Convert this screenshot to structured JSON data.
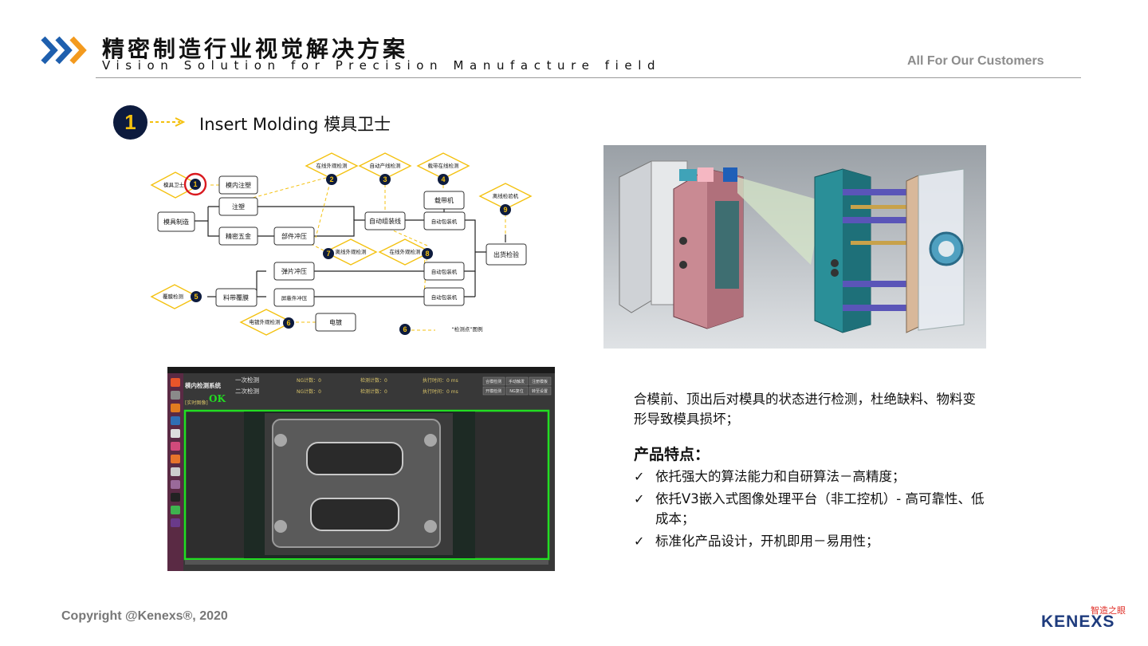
{
  "header": {
    "title_cn": "精密制造行业视觉解决方案",
    "title_en": "Vision Solution for Precision Manufacture field",
    "tagline": "All For Our Customers"
  },
  "section": {
    "number": "1",
    "title": "Insert Molding 模具卫士"
  },
  "flow": {
    "boxes": [
      "模具制造",
      "模内注塑",
      "注塑",
      "精密五金",
      "部件冲压",
      "自动组装线",
      "载带机",
      "自动包装机",
      "弹片冲压",
      "自动包装机",
      "料带覆膜",
      "屏蔽件冲压",
      "自动包装机",
      "电镀",
      "出货检验"
    ],
    "diamonds": [
      "模具卫士",
      "在线外观检测",
      "自动产线检测",
      "载带在线检测",
      "离线检验机",
      "离线外观检测",
      "在线外观检测",
      "覆膜检测",
      "电镀外观检测"
    ],
    "markers": [
      "1",
      "2",
      "3",
      "4",
      "9",
      "7",
      "8",
      "5",
      "6",
      "6"
    ],
    "legend": "“检测点”图例"
  },
  "screen": {
    "app_title": "模内检测系统",
    "first_check": "一次检测",
    "second_check": "二次检测",
    "ok": "OK",
    "corner": "[实时图像]",
    "stats_row1": [
      "NG计数：0",
      "检测计数：0",
      "执行时间：0 ms"
    ],
    "stats_row2": [
      "NG计数：0",
      "检测计数：0",
      "执行时间：0 ms"
    ],
    "buttons": [
      "合模检测",
      "手动触发",
      "注册模板",
      "开模检测",
      "NG复位",
      "转至设置"
    ]
  },
  "description": "合模前、顶出后对模具的状态进行检测，杜绝缺料、物料变形导致模具损坏；",
  "features": {
    "title": "产品特点：",
    "items": [
      "依托强大的算法能力和自研算法－高精度；",
      "依托V3嵌入式图像处理平台（非工控机）- 高可靠性、低成本；",
      "标准化产品设计，开机即用－易用性；"
    ]
  },
  "footer": {
    "copyright": "Copyright @Kenexs®, 2020",
    "logo_cn": "智造之眼",
    "logo_en": "KENEXS"
  },
  "colors": {
    "navy": "#0d1b3e",
    "accent_yellow": "#f4c10f",
    "chevron_blue": "#1e5fae",
    "chevron_orange": "#f39a1e",
    "brand_blue": "#1e3b7d",
    "brand_red": "#e0312a",
    "ok_green": "#22dd22"
  }
}
